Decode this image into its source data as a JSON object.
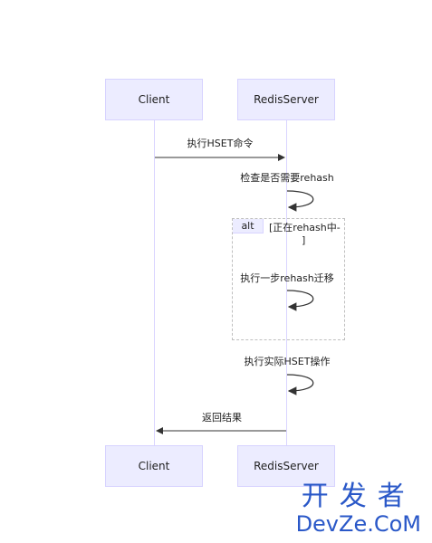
{
  "diagram": {
    "participants": [
      {
        "id": "client",
        "label": "Client"
      },
      {
        "id": "redis",
        "label": "RedisServer"
      }
    ],
    "messages": {
      "m1": "执行HSET命令",
      "m2": "检查是否需要rehash",
      "m3": "执行一步rehash迁移",
      "m4": "执行实际HSET操作",
      "m5": "返回结果"
    },
    "alt": {
      "tag": "alt",
      "condition_line1": "[正在rehash中-",
      "condition_line2": "]"
    }
  },
  "watermark": {
    "line1": "开发者",
    "line2": "DevZe.CoM"
  },
  "colors": {
    "actor_fill": "#ececff",
    "actor_border": "#d7d3ff",
    "lifeline": "#d9d4ff",
    "arrow": "#333333",
    "watermark": "#2a58c8"
  }
}
